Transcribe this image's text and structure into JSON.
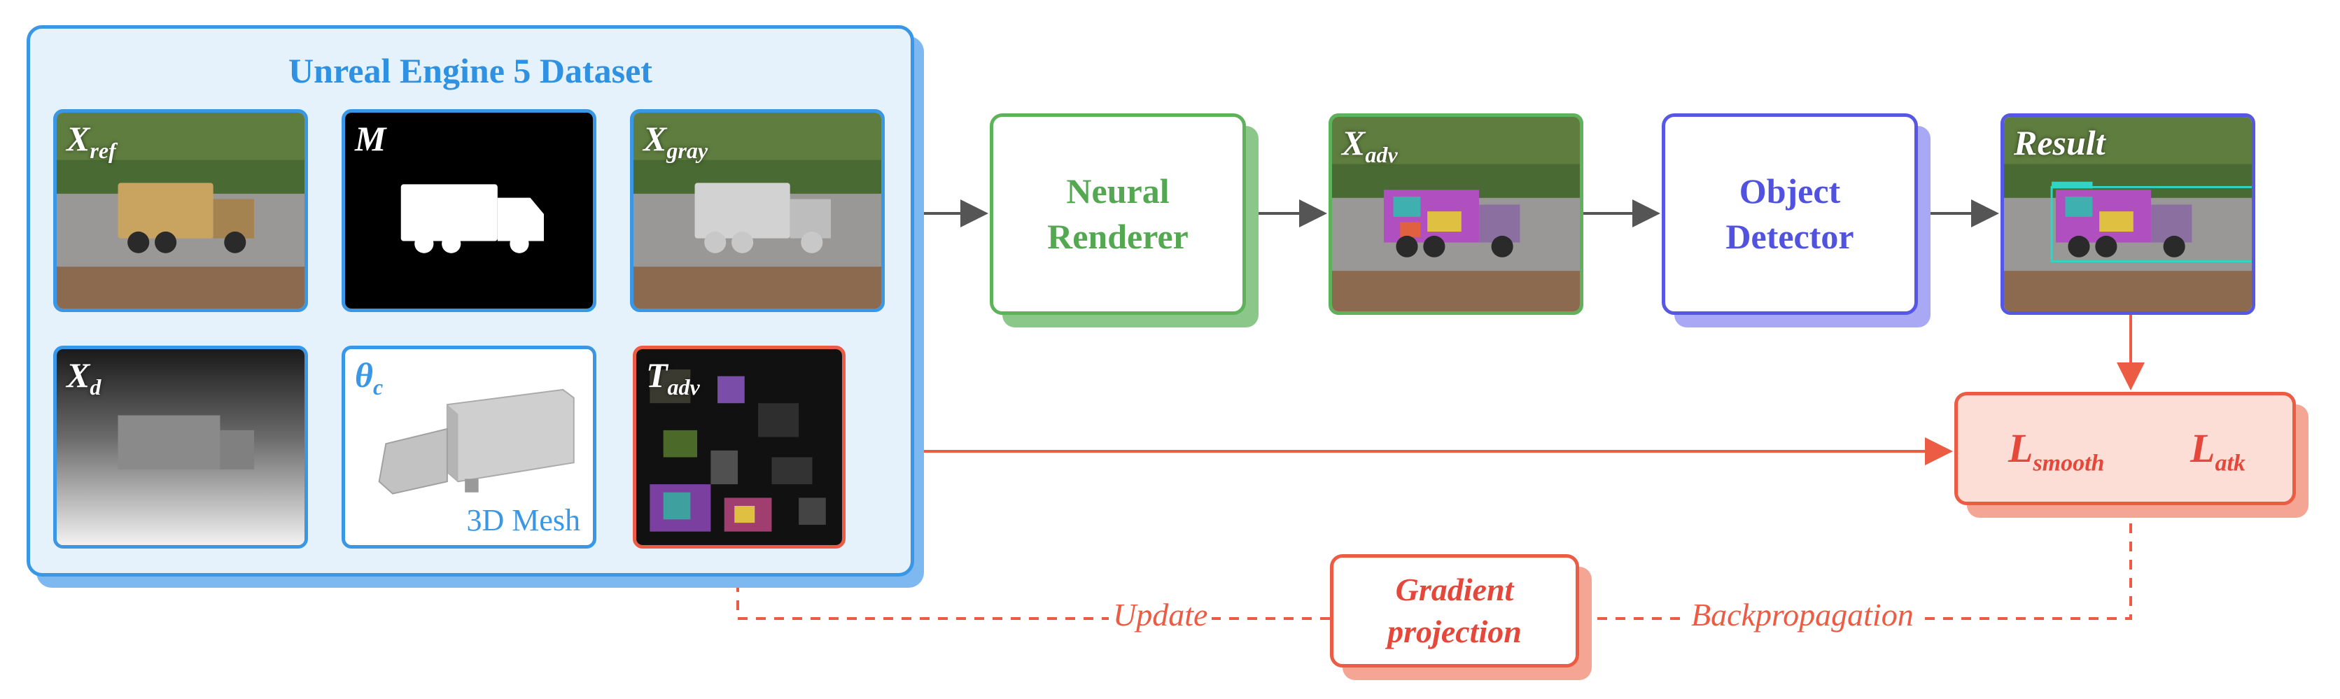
{
  "dataset": {
    "title": "Unreal Engine 5 Dataset",
    "tiles": {
      "x_ref": {
        "symbol": "X",
        "sub": "ref"
      },
      "mask": {
        "symbol": "M",
        "sub": ""
      },
      "x_gray": {
        "symbol": "X",
        "sub": "gray"
      },
      "x_d": {
        "symbol": "X",
        "sub": "d"
      },
      "theta_c": {
        "symbol": "θ",
        "sub": "c",
        "caption": "3D Mesh"
      },
      "t_adv": {
        "symbol": "T",
        "sub": "adv"
      }
    }
  },
  "pipeline": {
    "renderer": "Neural\nRenderer",
    "x_adv": {
      "symbol": "X",
      "sub": "adv"
    },
    "detector": "Object\nDetector",
    "result": "Result"
  },
  "loss": {
    "smooth": {
      "symbol": "L",
      "sub": "smooth"
    },
    "atk": {
      "symbol": "L",
      "sub": "atk"
    }
  },
  "feedback": {
    "gradient_box": "Gradient\nprojection",
    "update_label": "Update",
    "backprop_label": "Backpropagation"
  },
  "colors": {
    "blue": "#3a97e6",
    "green": "#5cb35a",
    "purple": "#5757e6",
    "red": "#ec5b43",
    "arrow_gray": "#555555"
  }
}
